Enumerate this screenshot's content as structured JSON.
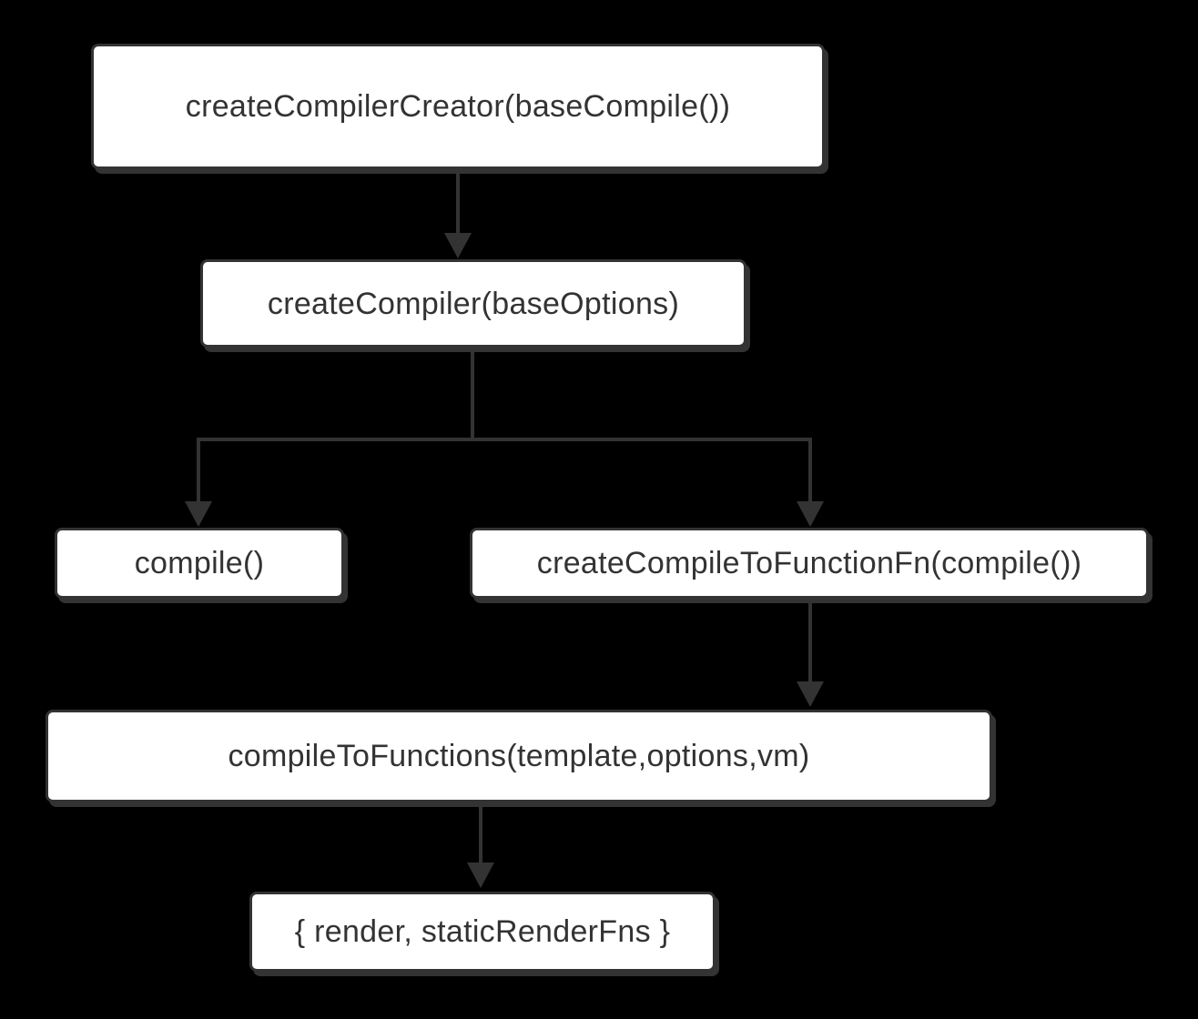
{
  "diagram": {
    "type": "flowchart",
    "background_color": "#000000",
    "node_fill_color": "#ffffff",
    "line_color": "#333333",
    "text_color": "#333333",
    "nodes": {
      "createCompilerCreator": {
        "label": "createCompilerCreator(baseCompile())"
      },
      "createCompiler": {
        "label": "createCompiler(baseOptions)"
      },
      "compile": {
        "label": "compile()"
      },
      "createCompileToFunctionFn": {
        "label": "createCompileToFunctionFn(compile())"
      },
      "compileToFunctions": {
        "label": "compileToFunctions(template,options,vm)"
      },
      "renderResult": {
        "label": "{ render, staticRenderFns }"
      }
    },
    "edges": [
      {
        "from": "createCompilerCreator",
        "to": "createCompiler"
      },
      {
        "from": "createCompiler",
        "to": "compile"
      },
      {
        "from": "createCompiler",
        "to": "createCompileToFunctionFn"
      },
      {
        "from": "createCompileToFunctionFn",
        "to": "compileToFunctions"
      },
      {
        "from": "compileToFunctions",
        "to": "renderResult"
      }
    ]
  }
}
